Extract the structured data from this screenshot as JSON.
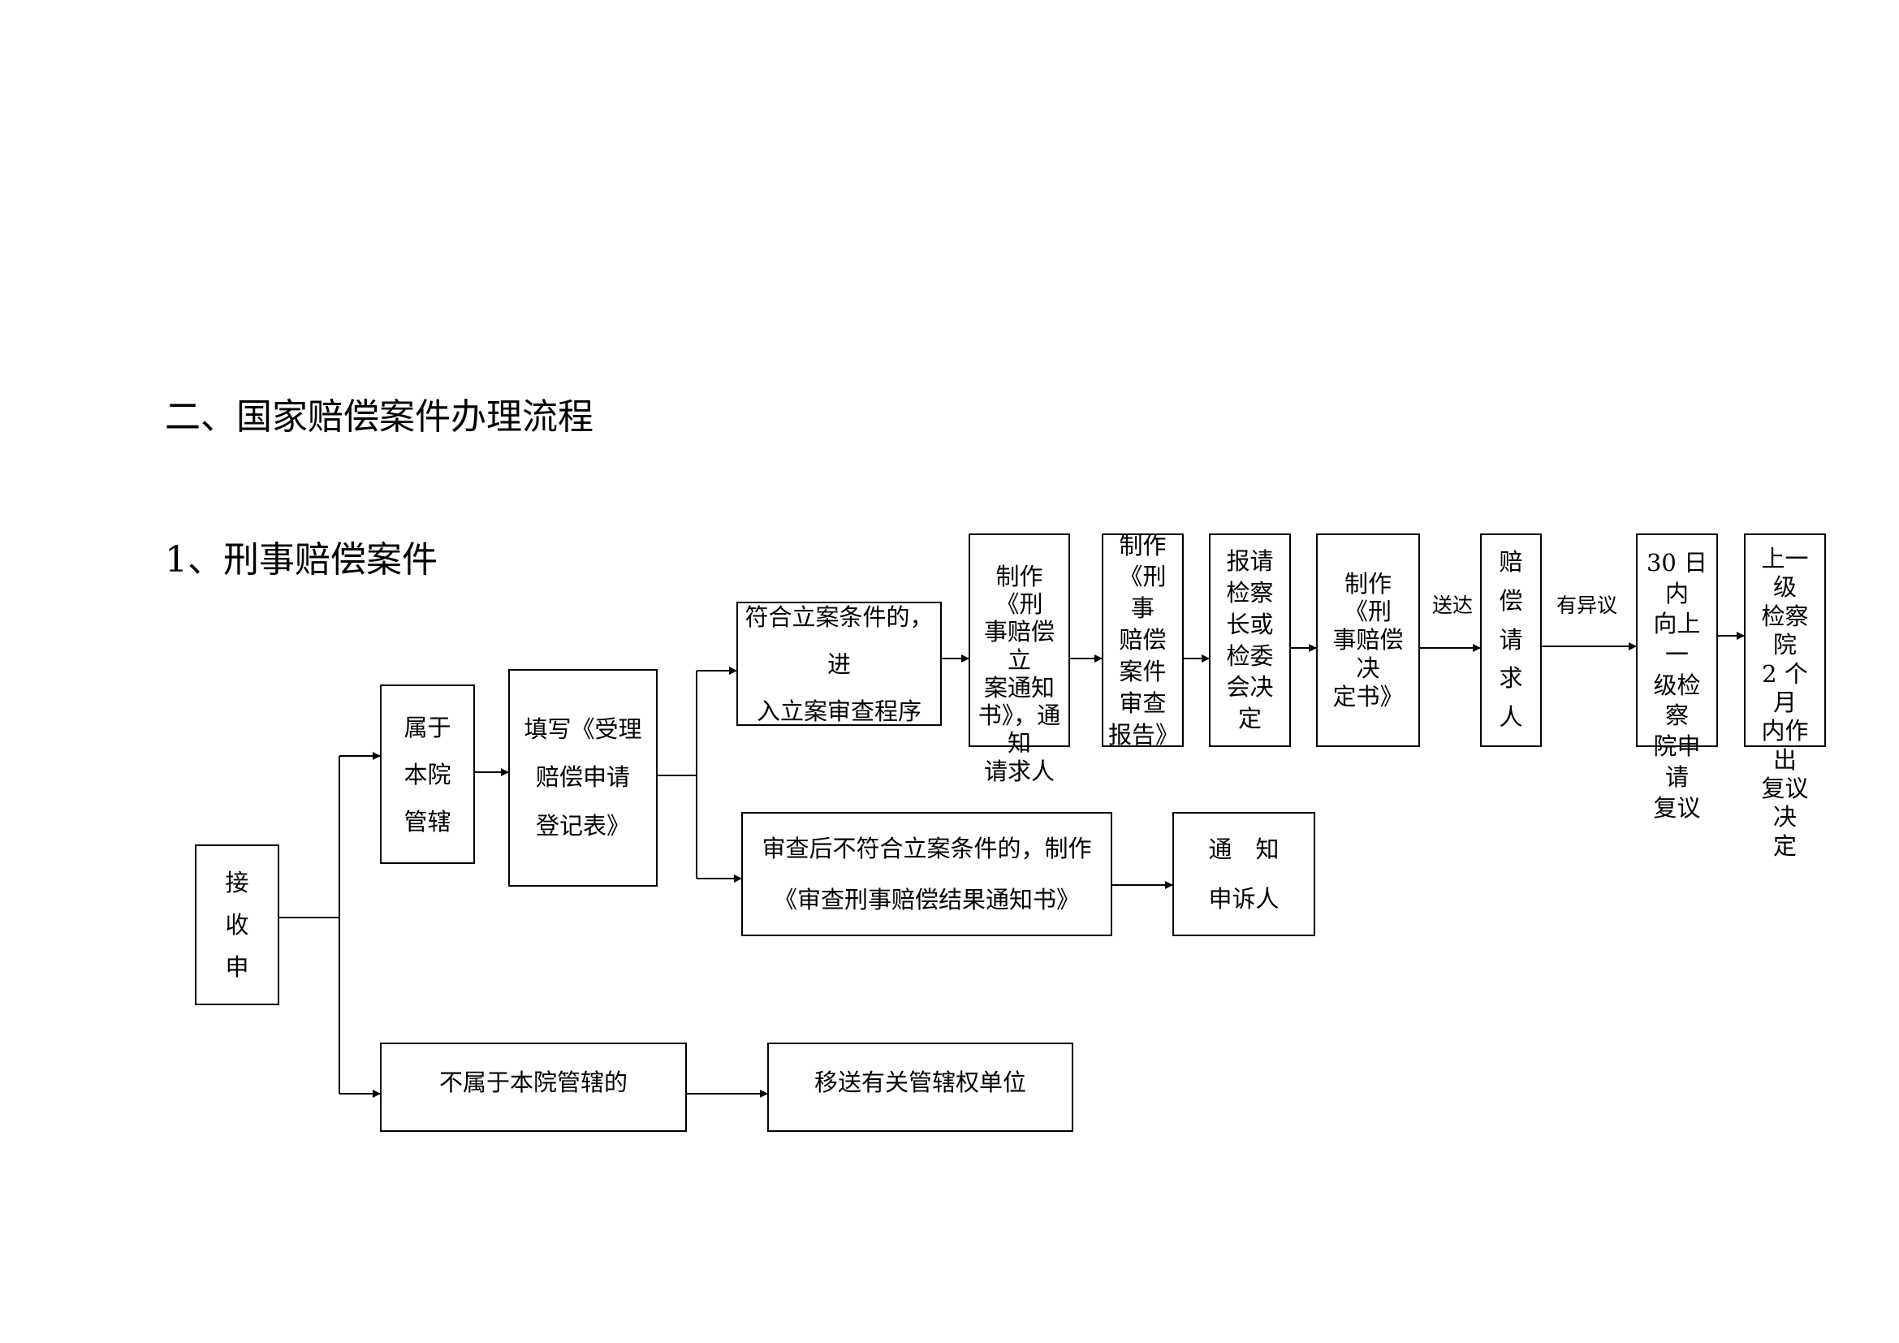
{
  "headings": {
    "main": "二、国家赔偿案件办理流程",
    "sub": "1、刑事赔偿案件"
  },
  "nodes": {
    "receive": "接\n收\n申",
    "in_jurisdiction": "属于\n本院\n管辖",
    "fill_form": "填写《受理\n赔偿申请\n登记表》",
    "meets_criteria": "符合立案条件的，进\n入立案审查程序",
    "make_filing_notice": "制作《刑\n事赔偿立\n案通知\n书》，通知\n请求人",
    "make_review_report": "制作\n《刑事\n赔偿\n案件\n审查\n报告》",
    "submit_decision": "报请\n检察\n长或\n检委\n会决\n定",
    "make_decision_doc": "制作《刑\n事赔偿决\n定书》",
    "claimant": "赔\n偿\n请\n求\n人",
    "apply_review": "30 日内\n向上一\n级检察\n院申请\n复议",
    "superior_decision": "上一级\n检察院\n2 个月\n内作出\n复议决\n定",
    "not_meet": "审查后不符合立案条件的，制作\n《审查刑事赔偿结果通知书》",
    "notify_complainant": "通　知\n申诉人",
    "not_jurisdiction": "不属于本院管辖的",
    "transfer": "移送有关管辖权单位"
  },
  "edge_labels": {
    "deliver": "送达",
    "objection": "有异议"
  }
}
